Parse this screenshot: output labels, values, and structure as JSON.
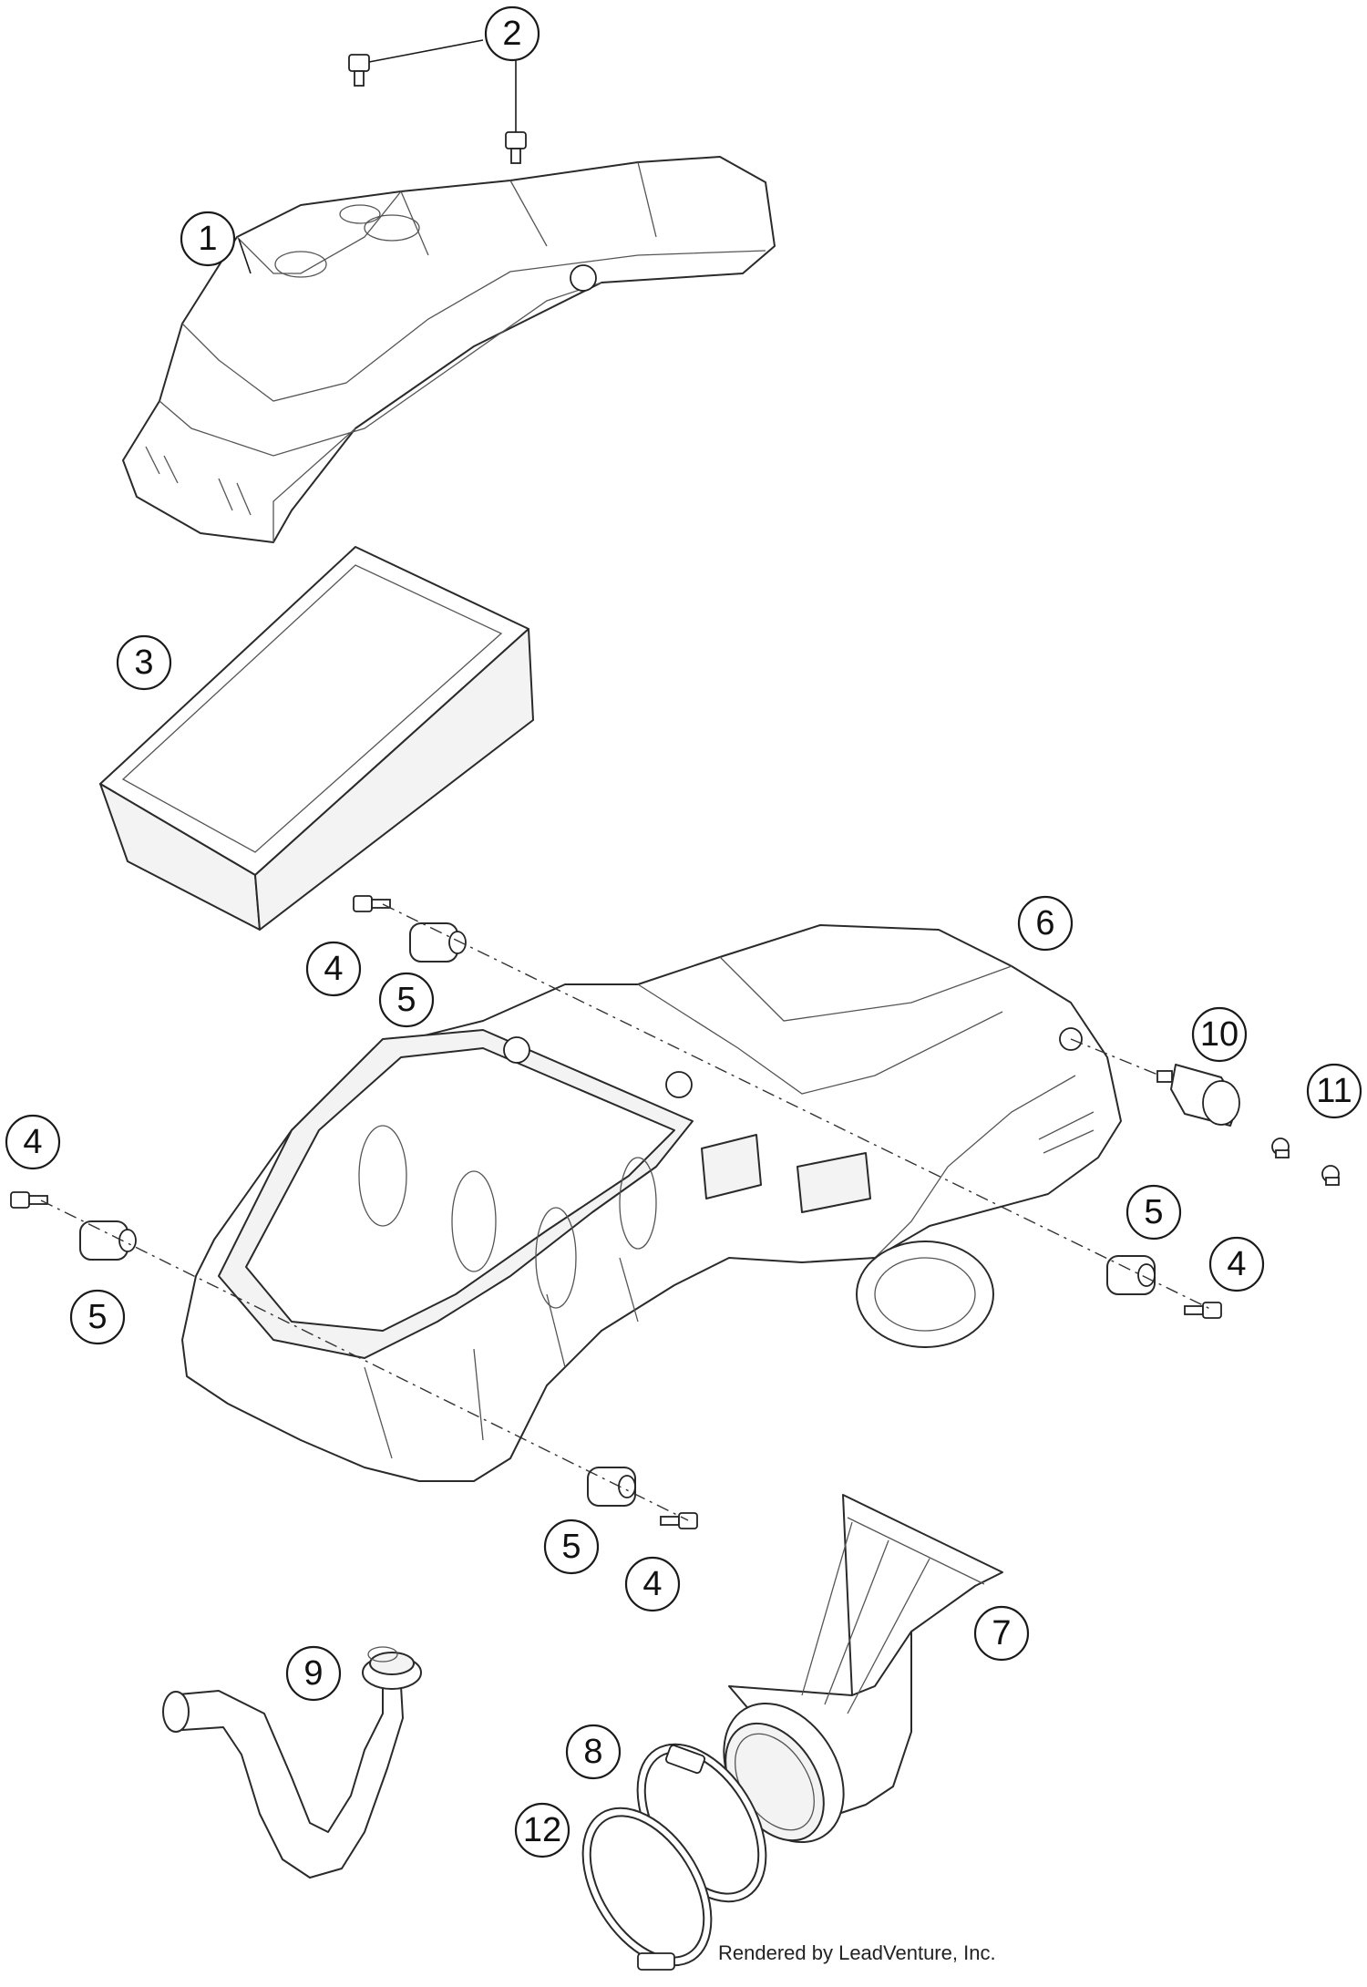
{
  "callouts": [
    {
      "id": "c2",
      "label": "2"
    },
    {
      "id": "c1",
      "label": "1"
    },
    {
      "id": "c3",
      "label": "3"
    },
    {
      "id": "c6",
      "label": "6"
    },
    {
      "id": "c4a",
      "label": "4"
    },
    {
      "id": "c5a",
      "label": "5"
    },
    {
      "id": "c10",
      "label": "10"
    },
    {
      "id": "c11",
      "label": "11"
    },
    {
      "id": "c4b",
      "label": "4"
    },
    {
      "id": "c5b",
      "label": "5"
    },
    {
      "id": "c5c",
      "label": "5"
    },
    {
      "id": "c4c",
      "label": "4"
    },
    {
      "id": "c5d",
      "label": "5"
    },
    {
      "id": "c4d",
      "label": "4"
    },
    {
      "id": "c7",
      "label": "7"
    },
    {
      "id": "c9",
      "label": "9"
    },
    {
      "id": "c8",
      "label": "8"
    },
    {
      "id": "c12",
      "label": "12"
    }
  ],
  "footer": {
    "credit": "Rendered by LeadVenture, Inc."
  }
}
